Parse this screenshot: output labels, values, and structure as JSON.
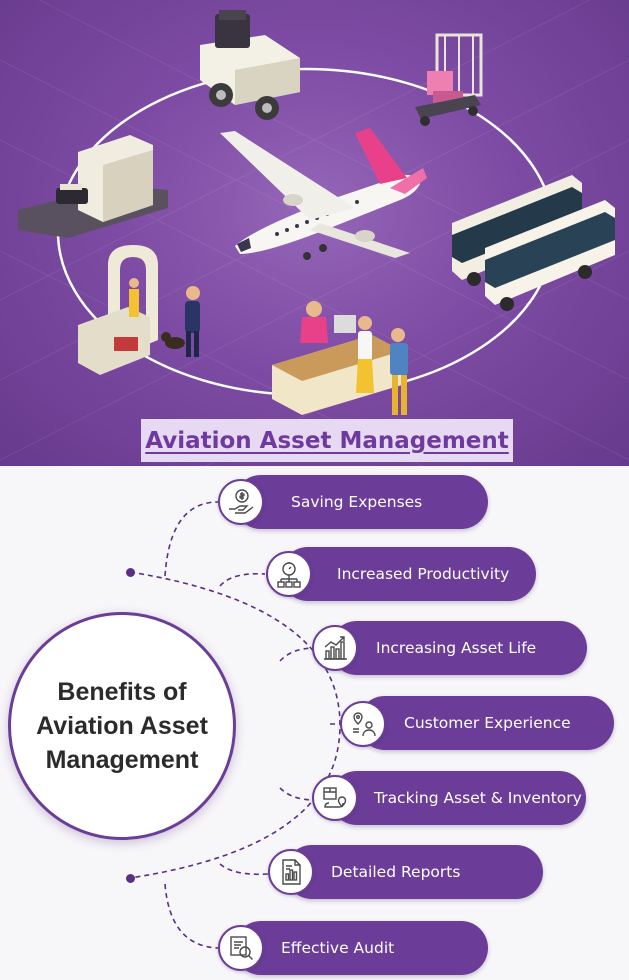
{
  "hero": {
    "banner_title": "Aviation Asset Management"
  },
  "benefits": {
    "hub_title": "Benefits of Aviation Asset Management",
    "items": [
      {
        "label": "Saving Expenses",
        "icon": "money-hand-icon"
      },
      {
        "label": "Increased Productivity",
        "icon": "stopwatch-network-icon"
      },
      {
        "label": "Increasing Asset Life",
        "icon": "growth-chart-icon"
      },
      {
        "label": "Customer Experience",
        "icon": "customer-location-icon"
      },
      {
        "label": "Tracking Asset & Inventory",
        "icon": "package-location-icon"
      },
      {
        "label": "Detailed Reports",
        "icon": "report-document-icon"
      },
      {
        "label": "Effective Audit",
        "icon": "audit-magnifier-icon"
      }
    ]
  },
  "colors": {
    "brand_purple": "#6b3d98",
    "hero_background": "#7d4ba3",
    "banner_background": "#e6d9f1",
    "plane_accent": "#e8418a"
  }
}
